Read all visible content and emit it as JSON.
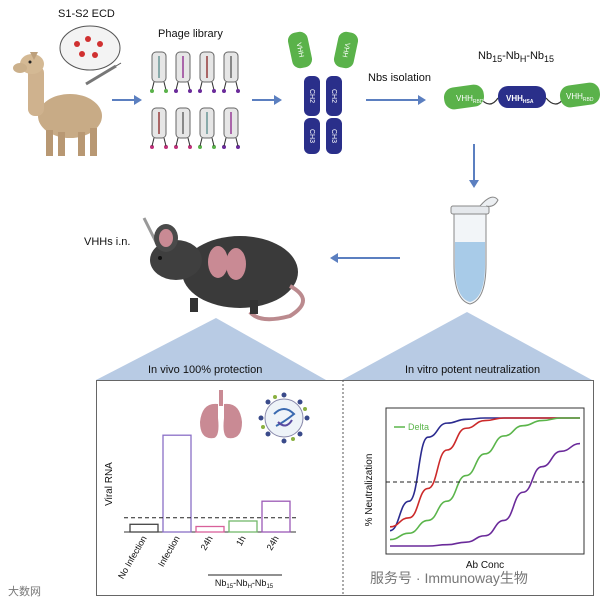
{
  "labels": {
    "antigen": "S1-S2 ECD",
    "phage_library": "Phage library",
    "nbs_isolation": "Nbs isolation",
    "construct_title_main": "Nb",
    "construct_title_sub1": "15",
    "construct_title_mid": "-Nb",
    "construct_title_sub2": "H",
    "construct_title_mid2": "-Nb",
    "construct_title_sub3": "15",
    "vhh_rbd_left": "VHH",
    "vhh_rbd_left_sub": "RBD",
    "vhh_hsa": "VHH",
    "vhh_hsa_sub": "HSA",
    "vhh_rbd_right": "VHH",
    "vhh_rbd_right_sub": "RBD",
    "antibody_vhh_left": "VHH",
    "antibody_vhh_right": "VHH",
    "antibody_ch2_left": "CH2",
    "antibody_ch2_right": "CH2",
    "antibody_ch3_left": "CH3",
    "antibody_ch3_right": "CH3",
    "vhhs_in": "VHHs i.n."
  },
  "left_panel": {
    "title": "In vivo 100% protection",
    "ylabel": "Viral RNA",
    "categories": [
      "No Infection",
      "Infection",
      "24h",
      "1h",
      "24h"
    ],
    "group_label_main": "Nb",
    "group_label_sub1": "15",
    "group_label_mid": "-Nb",
    "group_label_sub2": "H",
    "group_label_mid2": "-Nb",
    "group_label_sub3": "15",
    "values": [
      0.07,
      0.88,
      0.05,
      0.1,
      0.28
    ],
    "threshold": 0.13,
    "bar_colors": [
      "#444444",
      "#8a6fc7",
      "#d8609a",
      "#72b86b",
      "#9b59b6"
    ]
  },
  "right_panel": {
    "title": "In vitro potent neutralization",
    "ylabel": "% Neutralization",
    "xlabel": "Ab Conc",
    "legend": "Delta",
    "threshold": 0.5,
    "curves": [
      {
        "color": "#2b2b8f",
        "x": [
          0,
          0.1,
          0.2,
          0.3,
          0.4,
          0.5,
          0.6,
          0.7,
          0.8,
          0.9,
          1.0
        ],
        "y": [
          0.12,
          0.35,
          0.85,
          0.96,
          0.99,
          1.0,
          1.0,
          1.0,
          1.0,
          1.0,
          1.0
        ]
      },
      {
        "color": "#cc2a2a",
        "x": [
          0,
          0.1,
          0.2,
          0.3,
          0.4,
          0.5,
          0.6,
          0.7,
          0.8,
          0.9,
          1.0
        ],
        "y": [
          0.15,
          0.22,
          0.45,
          0.75,
          0.92,
          0.98,
          1.0,
          1.0,
          1.0,
          1.0,
          1.0
        ]
      },
      {
        "color": "#5bb54b",
        "x": [
          0,
          0.1,
          0.2,
          0.3,
          0.4,
          0.5,
          0.6,
          0.7,
          0.8,
          0.9,
          1.0
        ],
        "y": [
          0.05,
          0.1,
          0.2,
          0.35,
          0.55,
          0.72,
          0.86,
          0.94,
          0.98,
          1.0,
          1.0
        ]
      },
      {
        "color": "#6a2a9a",
        "x": [
          0,
          0.1,
          0.2,
          0.3,
          0.4,
          0.5,
          0.6,
          0.7,
          0.8,
          0.9,
          1.0
        ],
        "y": [
          0.0,
          0.0,
          0.0,
          0.01,
          0.03,
          0.08,
          0.2,
          0.42,
          0.62,
          0.74,
          0.8
        ]
      }
    ]
  },
  "colors": {
    "arrow": "#5b7fc0",
    "vhh_green": "#5ab24a",
    "vhh_navy": "#2a2f8a",
    "lung": "#c98a94",
    "tube_liquid": "#a8cbe8"
  },
  "watermark": "服务号 · Immunoway生物",
  "watermark_left": "大数网"
}
